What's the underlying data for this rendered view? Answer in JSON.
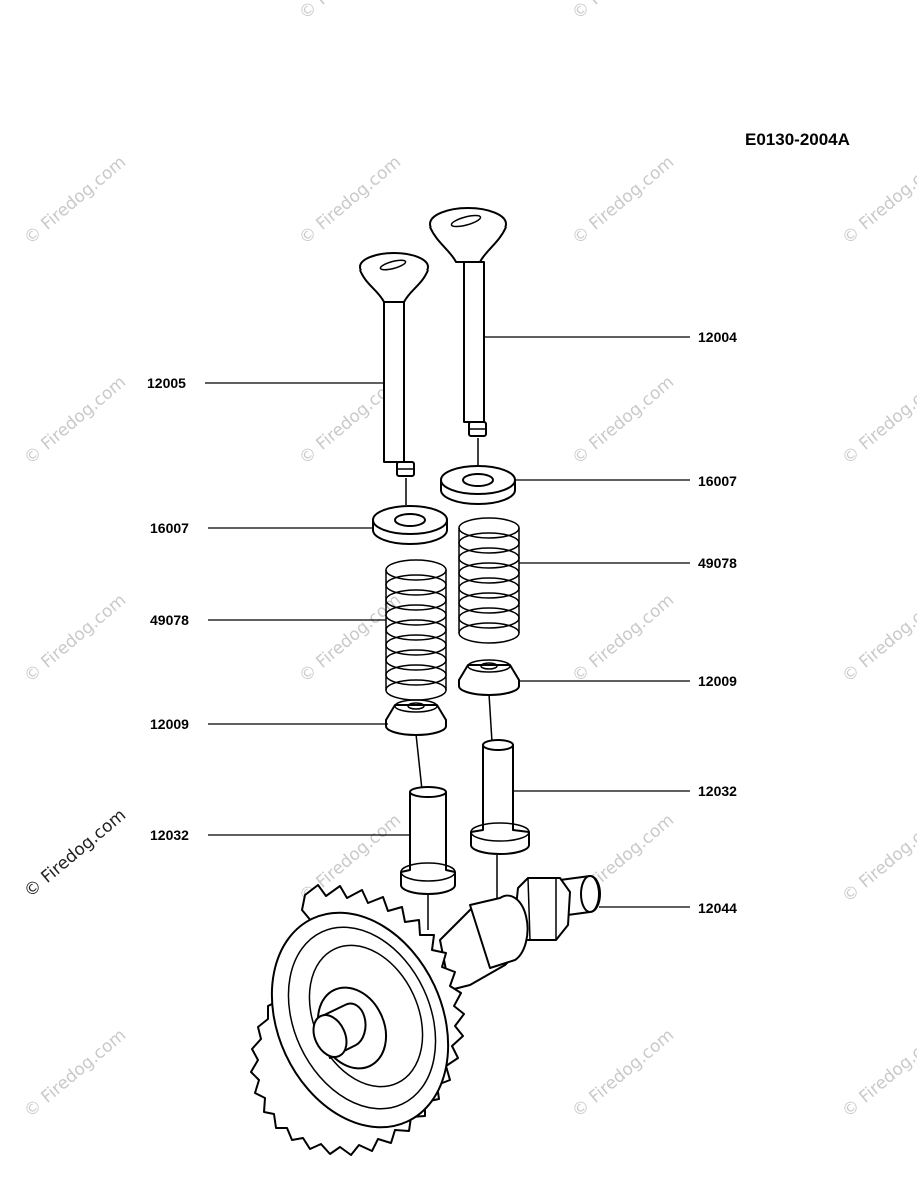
{
  "diagram_code": "E0130-2004A",
  "watermark": "© Firedog.com",
  "labels": {
    "valve_left": "12005",
    "valve_right": "12004",
    "retainer_left": "16007",
    "retainer_right": "16007",
    "spring_left": "49078",
    "spring_right": "49078",
    "seat_left": "12009",
    "seat_right": "12009",
    "tappet_left": "12032",
    "tappet_right": "12032",
    "camshaft": "12044"
  }
}
